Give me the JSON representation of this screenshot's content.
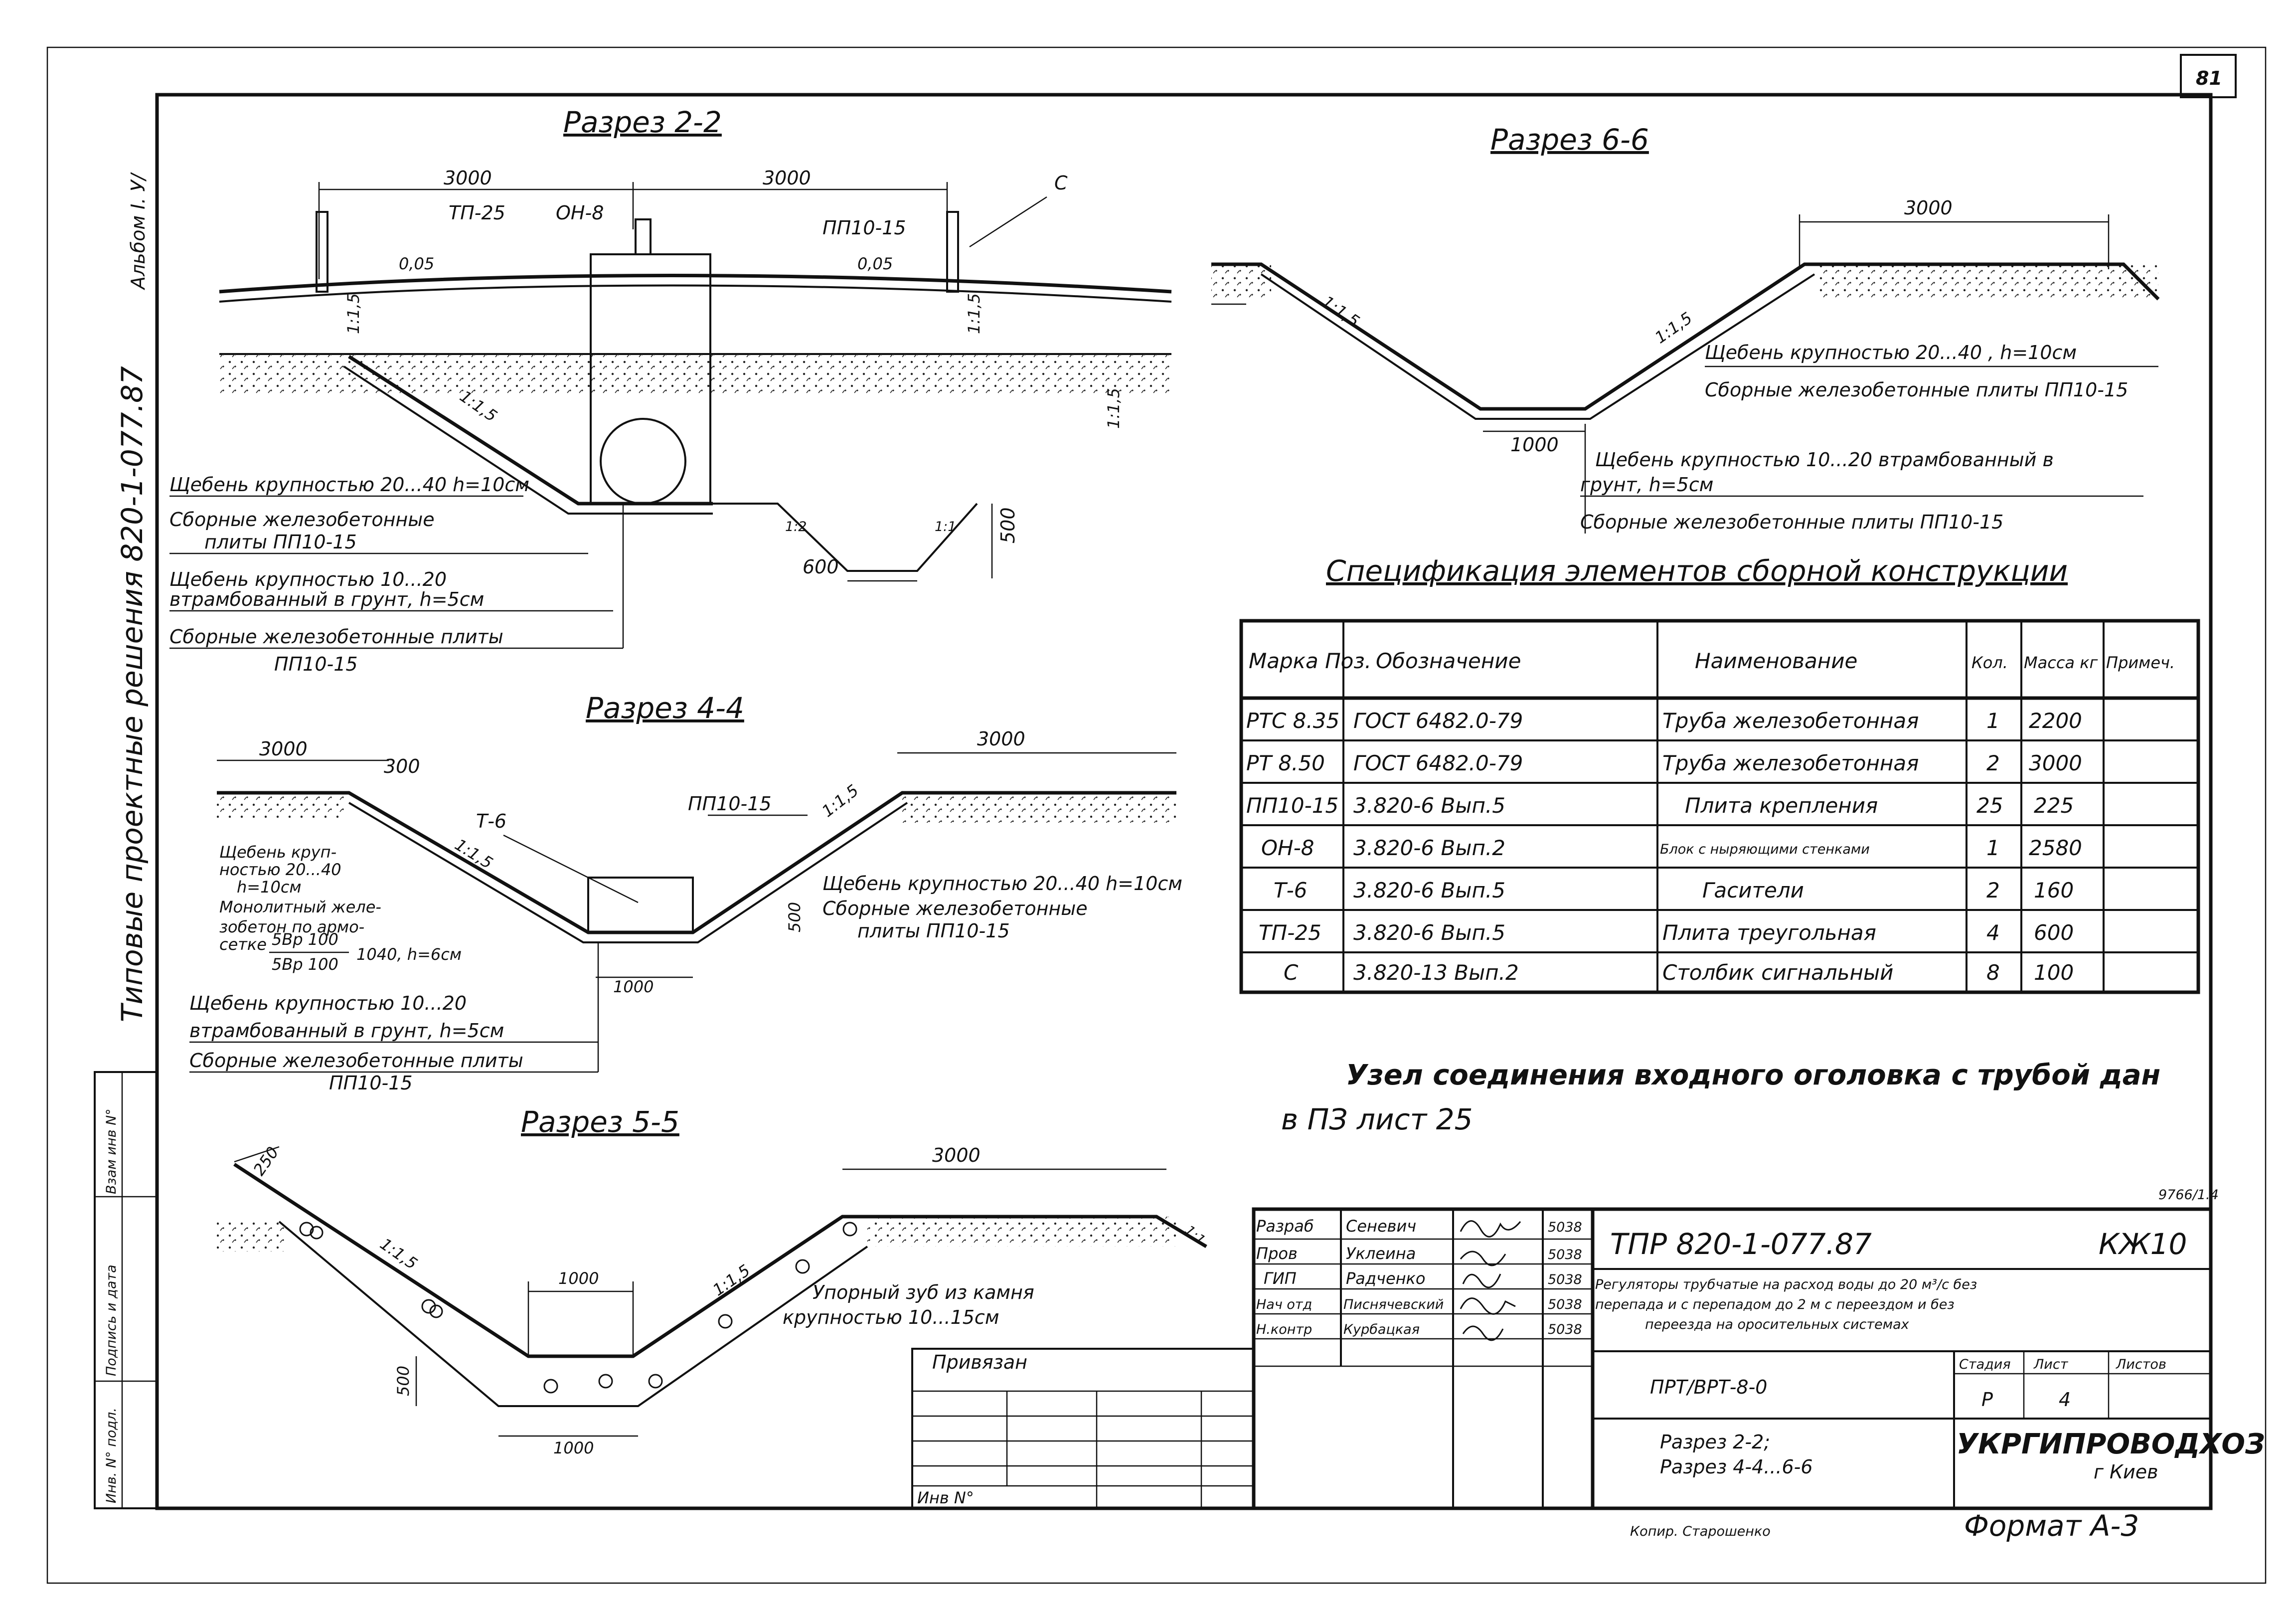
{
  "sheet": {
    "page_number": "81",
    "margin_vertical_album": "Альбом I. У/",
    "margin_vertical_series": "Типовые проектные решения 820-1-077.87",
    "margin_stamp_cells": [
      "Взам инв N°",
      "Подпись и дата",
      "Инв. N° подл."
    ]
  },
  "section_2_2": {
    "title": "Разрез 2-2",
    "dims": [
      "3000",
      "3000",
      "600",
      "500"
    ],
    "marks": [
      "ТП-25",
      "ОН-8",
      "ПП10-15",
      "С"
    ],
    "slopes": [
      "0,05",
      "0,05",
      "1:1,5",
      "1:1,5",
      "1:1,5",
      "1:1,5",
      "1:2",
      "1:1"
    ],
    "callouts": [
      "Щебень крупностью 20...40 h=10см",
      "Сборные железобетонные",
      "плиты ПП10-15",
      "Щебень крупностью 10...20",
      "втрамбованный в грунт, h=5см",
      "Сборные железобетонные плиты",
      "ПП10-15"
    ]
  },
  "section_4_4": {
    "title": "Разрез 4-4",
    "dims": [
      "3000",
      "300",
      "3000",
      "1000",
      "500"
    ],
    "marks": [
      "Т-6",
      "ПП10-15"
    ],
    "slopes": [
      "1:1,5",
      "1:1,5"
    ],
    "callouts_left": [
      "Щебень круп-",
      "ностью 20...40",
      "h=10см",
      "Монолитный желе-",
      "зобетон по армо-",
      "сетке"
    ],
    "mesh_top": "5Вр 100",
    "mesh_bottom": "5Вр 100",
    "mesh_suffix": "1040, h=6см",
    "callouts_right": [
      "Щебень крупностью 20...40 h=10см",
      "Сборные железобетонные",
      "плиты ПП10-15"
    ],
    "callouts_bottom": [
      "Щебень крупностью 10...20",
      "втрамбованный в грунт, h=5см",
      "Сборные железобетонные плиты",
      "ПП10-15"
    ]
  },
  "section_5_5": {
    "title": "Разрез 5-5",
    "dims": [
      "250",
      "3000",
      "1000",
      "1000",
      "500"
    ],
    "slopes": [
      "1:1,5",
      "1:1,5",
      "1:1"
    ],
    "callout": [
      "Упорный зуб из камня",
      "крупностью 10...15см"
    ]
  },
  "section_6_6": {
    "title": "Разрез 6-6",
    "dims": [
      "3000",
      "1000"
    ],
    "slopes": [
      "1:1,5",
      "1:1,5"
    ],
    "callouts": [
      "Щебень крупностью 20...40 , h=10см",
      "Сборные железобетонные плиты ПП10-15",
      "Щебень крупностью 10...20  втрамбованный в",
      "грунт, h=5см",
      "Сборные железобетонные плиты ПП10-15"
    ]
  },
  "spec": {
    "title": "Спецификация элементов сборной конструкции",
    "headers": [
      "Марка Поз.",
      "Обозначение",
      "Наименование",
      "Кол.",
      "Масса кг",
      "Примеч."
    ],
    "rows": [
      [
        "РТС 8.35",
        "ГОСТ 6482.0-79",
        "Труба железобетонная",
        "1",
        "2200",
        ""
      ],
      [
        "РТ 8.50",
        "ГОСТ 6482.0-79",
        "Труба железобетонная",
        "2",
        "3000",
        ""
      ],
      [
        "ПП10-15",
        "3.820-6 Вып.5",
        "Плита крепления",
        "25",
        "225",
        ""
      ],
      [
        "ОН-8",
        "3.820-6 Вып.2",
        "Блок с ныряющими стенками",
        "1",
        "2580",
        ""
      ],
      [
        "Т-6",
        "3.820-6 Вып.5",
        "Гасители",
        "2",
        "160",
        ""
      ],
      [
        "ТП-25",
        "3.820-6 Вып.5",
        "Плита треугольная",
        "4",
        "600",
        ""
      ],
      [
        "С",
        "3.820-13 Вып.2",
        "Столбик сигнальный",
        "8",
        "100",
        ""
      ]
    ]
  },
  "note": {
    "line1": "Узел соединения входного оголовка с трубой дан",
    "line2": "в ПЗ лист 25"
  },
  "title_block": {
    "ref_code": "9766/1.4",
    "roles": [
      "Разраб",
      "Пров",
      "ГИП",
      "Нач отд",
      "Н.контр"
    ],
    "names": [
      "Сеневич",
      "Уклеина",
      "Радченко",
      "Писнячевский",
      "Курбацкая"
    ],
    "dates": [
      "5038",
      "5038",
      "5038",
      "5038",
      "5038"
    ],
    "doc_number": "ТПР 820-1-077.87",
    "doc_mark": "КЖ10",
    "description": [
      "Регуляторы трубчатые на расход воды до 20 м³/с без",
      "перепада и с перепадом до 2 м с переездом и без",
      "переезда на оросительных системах"
    ],
    "drawing_code": "ПРТ/ВРТ-8-0",
    "stage_header": "Стадия",
    "sheet_header": "Лист",
    "sheets_header": "Листов",
    "stage": "Р",
    "sheet": "4",
    "contents": [
      "Разрез 2-2;",
      "Разрез 4-4...6-6"
    ],
    "organization": "УКРГИПРОВОДХОЗ",
    "city": "г Киев",
    "binding_label": "Привязан",
    "inv_label": "Инв N°",
    "copier": "Копир. Старошенко",
    "format": "Формат А-3"
  }
}
